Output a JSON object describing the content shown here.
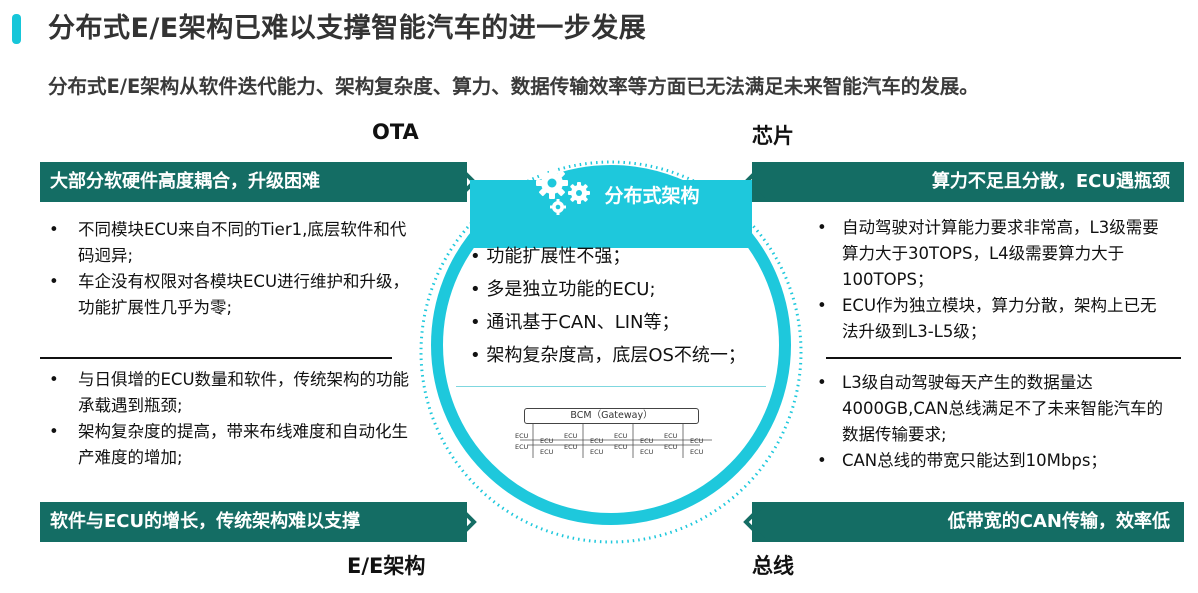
{
  "title": "分布式E/E架构已难以支撑智能汽车的进一步发展",
  "subtitle": "分布式E/E架构从软件迭代能力、架构复杂度、算力、数据传输效率等方面已无法满足未来智能汽车的发展。",
  "quadrants": {
    "top_left": {
      "label": "OTA",
      "banner": "大部分软硬件高度耦合，升级困难",
      "bullets": [
        "不同模块ECU来自不同的Tier1,底层软件和代码迥异;",
        "车企没有权限对各模块ECU进行维护和升级，功能扩展性几乎为零;"
      ]
    },
    "bottom_left": {
      "label": "E/E架构",
      "banner": "软件与ECU的增长，传统架构难以支撑",
      "bullets": [
        "与日俱增的ECU数量和软件，传统架构的功能承载遇到瓶颈;",
        "架构复杂度的提高，带来布线难度和自动化生产难度的增加;"
      ]
    },
    "top_right": {
      "label": "芯片",
      "banner": "算力不足且分散，ECU遇瓶颈",
      "bullets": [
        "自动驾驶对计算能力要求非常高，L3级需要算力大于30TOPS，L4级需要算力大于100TOPS；",
        "ECU作为独立模块，算力分散，架构上已无法升级到L3-L5级；"
      ]
    },
    "bottom_right": {
      "label": "总线",
      "banner": "低带宽的CAN传输，效率低",
      "bullets": [
        "L3级自动驾驶每天产生的数据量达4000GB,CAN总线满足不了未来智能汽车的数据传输要求;",
        "CAN总线的带宽只能达到10Mbps；"
      ]
    }
  },
  "center": {
    "title": "分布式架构",
    "bullets": [
      "功能扩展性不强；",
      "多是独立功能的ECU;",
      "通讯基于CAN、LIN等；",
      "架构复杂度高，底层OS不统一；"
    ],
    "diagram": {
      "gateway_label": "BCM（Gateway）",
      "node_label": "ECU"
    }
  },
  "colors": {
    "accent": "#16c6d9",
    "banner": "#146d64",
    "ring": "#1ec8dc"
  }
}
